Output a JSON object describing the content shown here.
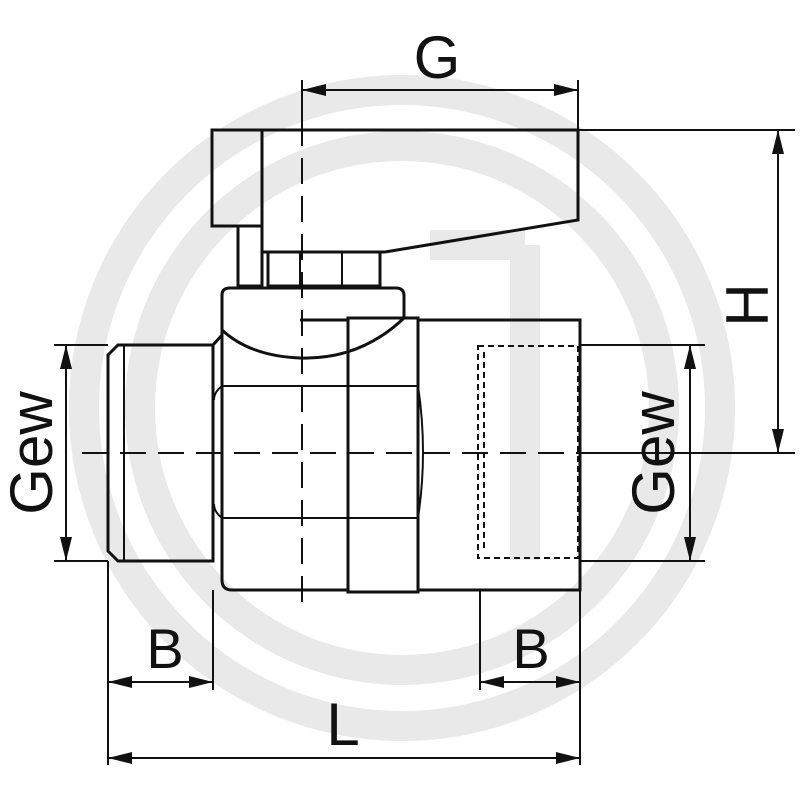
{
  "labels": {
    "G": "G",
    "H": "H",
    "L": "L",
    "B_left": "B",
    "B_right": "B",
    "Gew_left": "Gew",
    "Gew_right": "Gew"
  },
  "colors": {
    "line": "#111111",
    "watermark": "#e9e9e9",
    "background": "#ffffff"
  }
}
